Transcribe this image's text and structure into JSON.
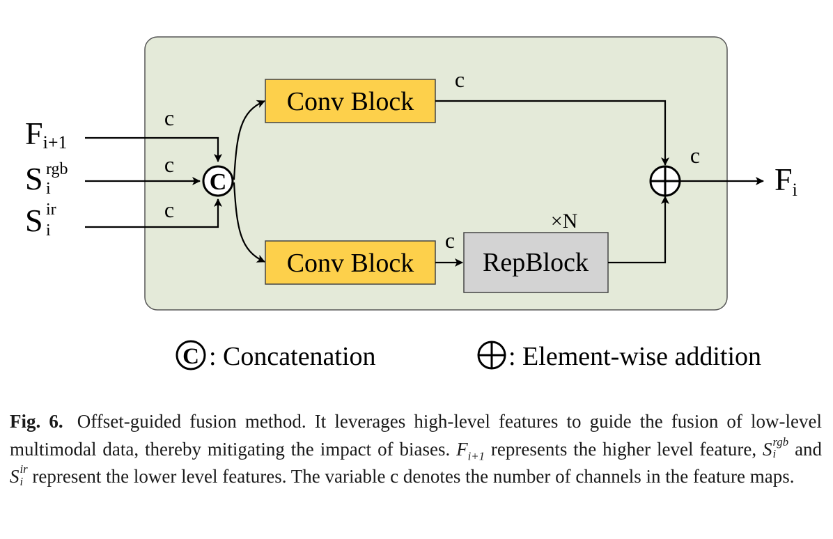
{
  "diagram": {
    "inputs": {
      "f_next": {
        "base": "F",
        "sub": "i+1"
      },
      "s_rgb": {
        "base": "S",
        "sup": "rgb",
        "sub": "i"
      },
      "s_ir": {
        "base": "S",
        "sup": "ir",
        "sub": "i"
      }
    },
    "output": {
      "base": "F",
      "sub": "i"
    },
    "channel_label": "c",
    "conv_block_top": "Conv Block",
    "conv_block_bottom": "Conv Block",
    "rep_block": "RepBlock",
    "repeat_label": "×N",
    "concat_symbol": "C",
    "add_symbol": "⊕",
    "colors": {
      "panel": "#e4ead9",
      "conv": "#fdd04b",
      "rep": "#d3d3d3"
    }
  },
  "legend": {
    "concat_symbol": "C",
    "concat_text": ": Concatenation",
    "add_symbol": "⊕",
    "add_text": ": Element-wise addition"
  },
  "caption": {
    "fig_label": "Fig. 6.",
    "part1": "Offset-guided fusion method. It leverages high-level features to guide the fusion of low-level multimodal data, thereby mitigating the impact of biases.",
    "f_base": "F",
    "f_sub": "i+1",
    "part2": "represents the higher level feature,",
    "s_base": "S",
    "s_rgb_sup": "rgb",
    "s_sub": "i",
    "part3": "and",
    "s_ir_sup": "ir",
    "part4": "represent the lower level features. The variable c denotes the number of channels in the feature maps."
  }
}
